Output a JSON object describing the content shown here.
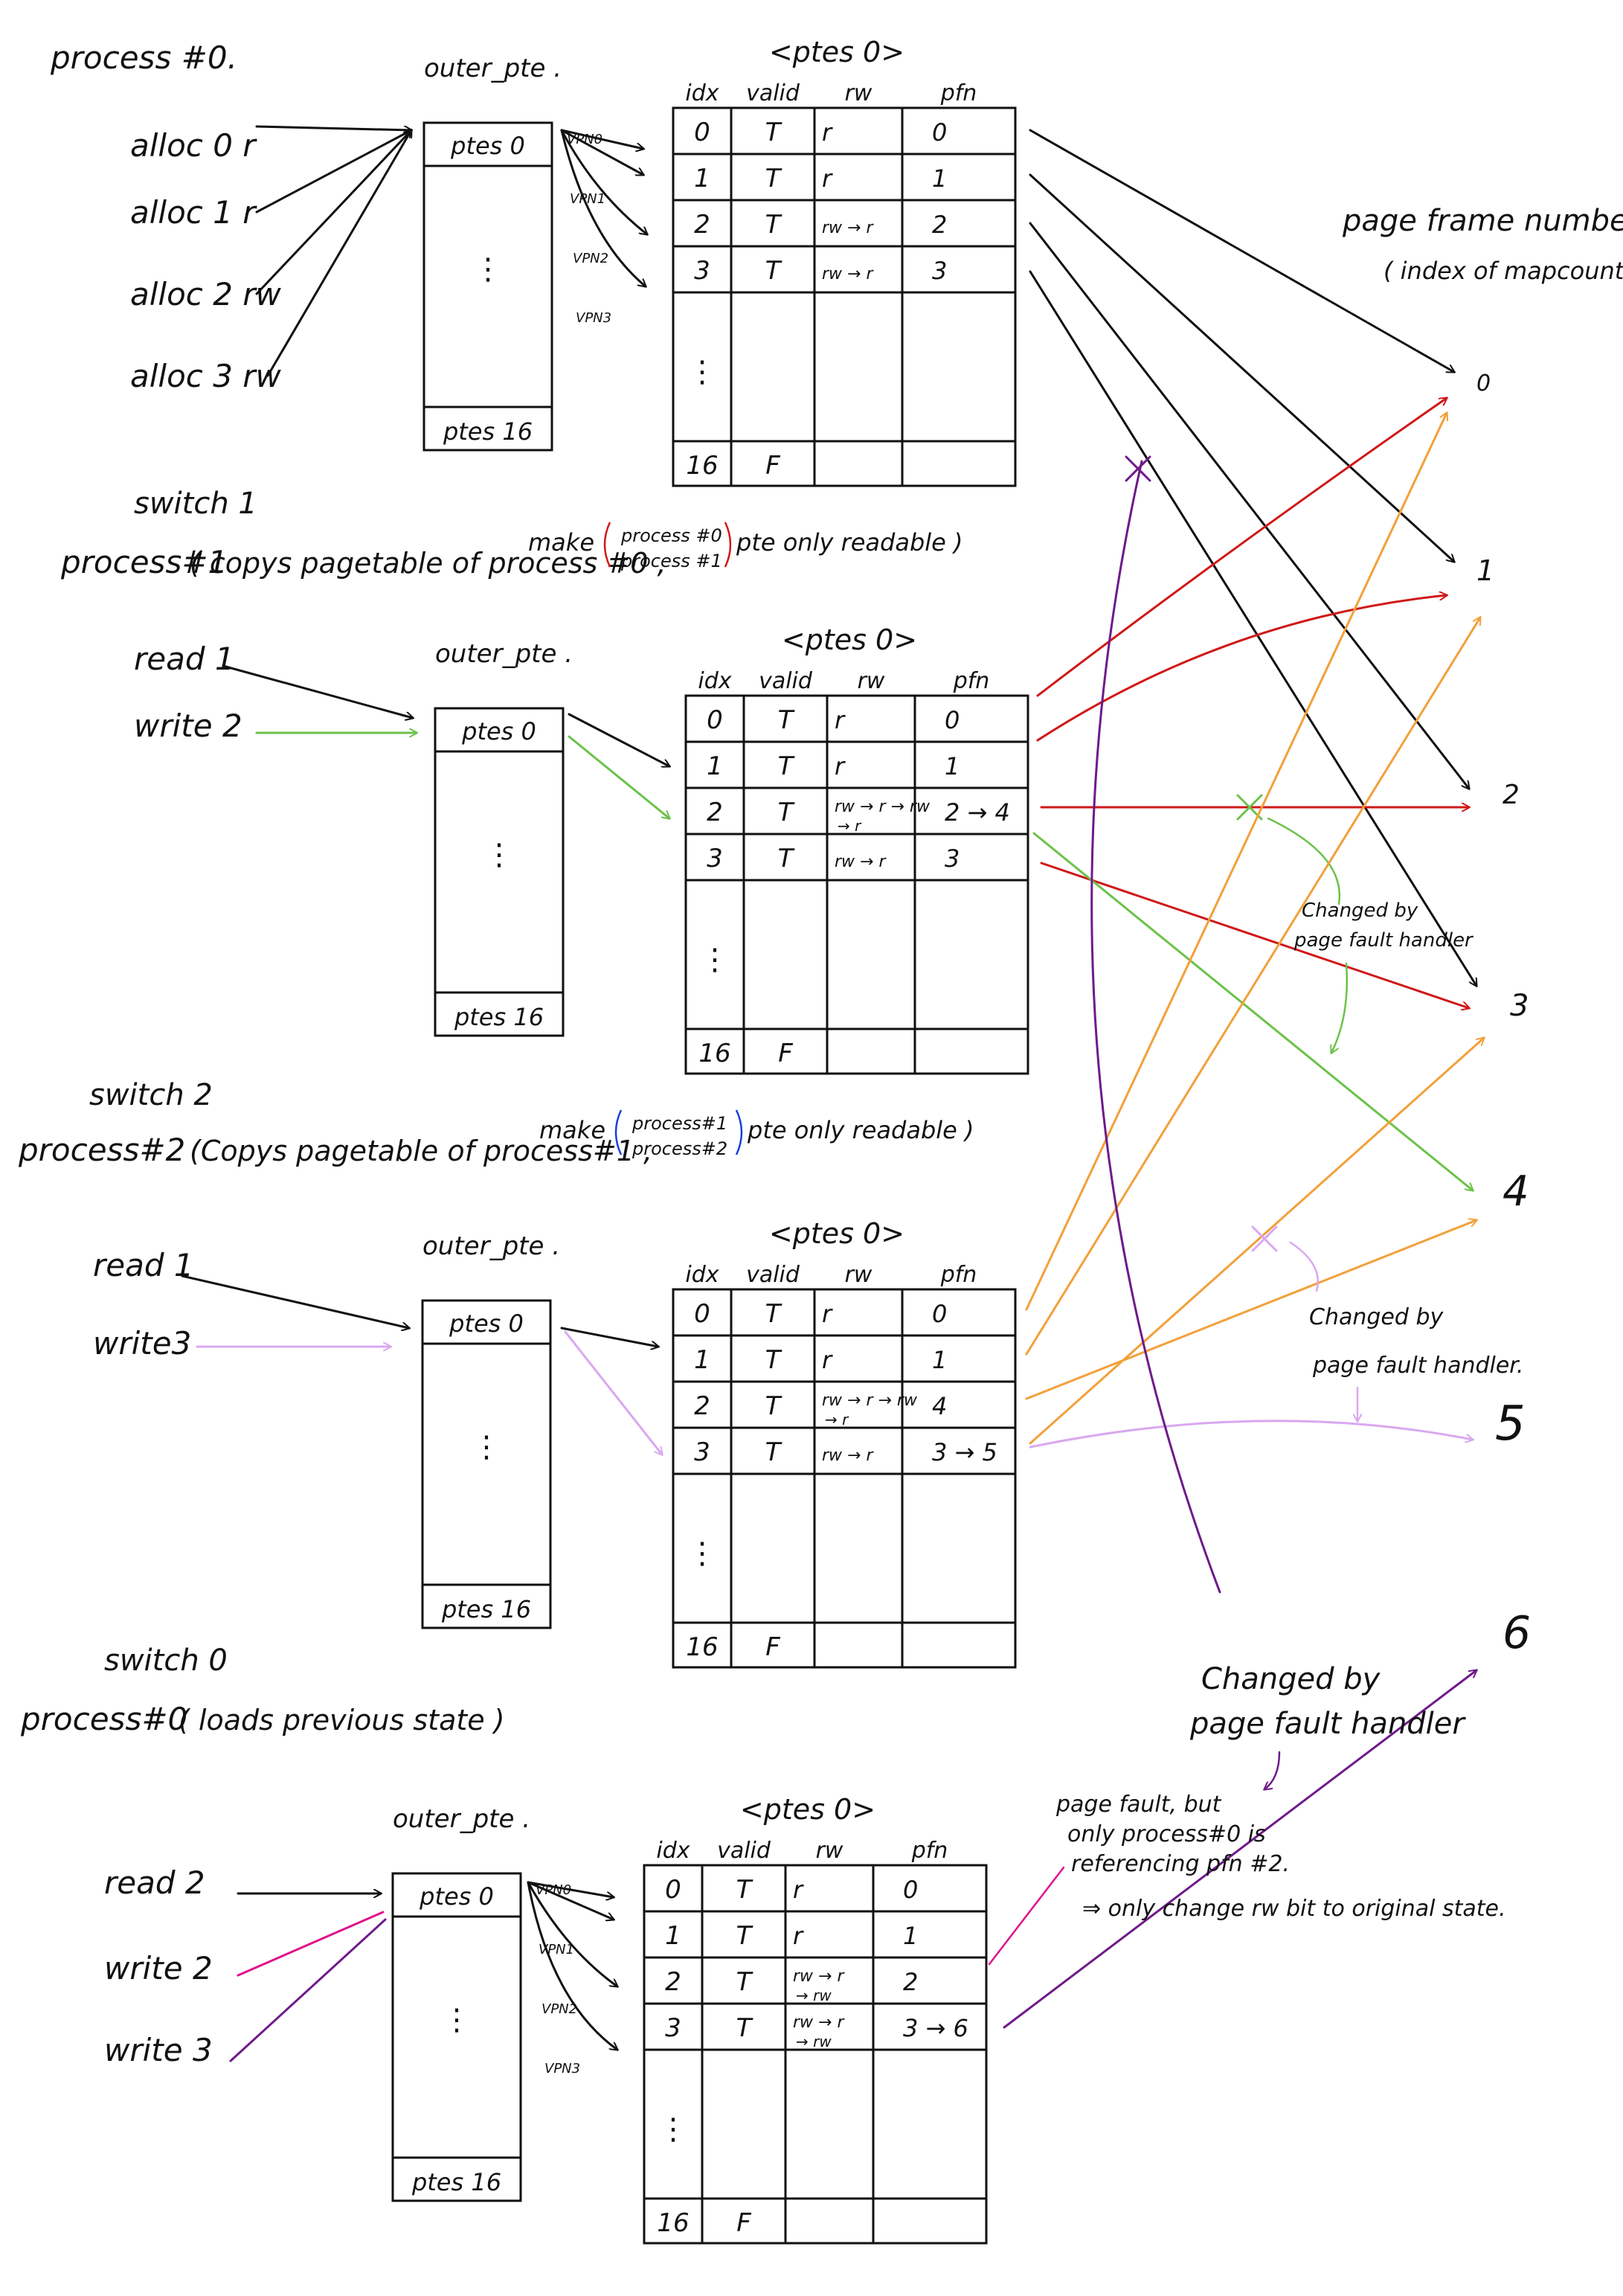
{
  "colors": {
    "ink": "#111111",
    "red": "#d01818",
    "blue": "#1b3fe0",
    "green": "#6cc24a",
    "orange": "#f2a03a",
    "lavender": "#d9a8f0",
    "purple": "#6f1a8a",
    "magenta": "#e0128c"
  },
  "headers": {
    "outer_pte": "outer_pte .",
    "ptes0_title": "<ptes 0>",
    "cols": [
      "idx",
      "valid",
      "rw",
      "pfn"
    ],
    "ptes0_cell": "ptes 0",
    "ptes16_cell": "ptes 16",
    "vpns": [
      "VPN0",
      "VPN1",
      "VPN2",
      "VPN3"
    ],
    "dots": "⋮",
    "last_idx": "16",
    "last_valid": "F"
  },
  "sections": [
    {
      "switch_label": "",
      "process_label": "process #0.",
      "desc": "",
      "note_prefix": "",
      "note_procs": [],
      "note_suffix": "",
      "ops": [
        "alloc 0 r",
        "alloc 1 r",
        "alloc 2 rw",
        "alloc 3 rw"
      ],
      "rows": [
        {
          "idx": "0",
          "valid": "T",
          "rw": "r",
          "pfn": "0"
        },
        {
          "idx": "1",
          "valid": "T",
          "rw": "r",
          "pfn": "1"
        },
        {
          "idx": "2",
          "valid": "T",
          "rw": "rw → r",
          "pfn": "2"
        },
        {
          "idx": "3",
          "valid": "T",
          "rw": "rw → r",
          "pfn": "3"
        }
      ]
    },
    {
      "switch_label": "switch 1",
      "process_label": "process#1",
      "desc": "( copys pagetable of process #0 ,",
      "note_prefix": "make",
      "note_procs": [
        "process #0",
        "process #1"
      ],
      "note_suffix": "pte only readable )",
      "ops": [
        "read 1",
        "write 2"
      ],
      "rows": [
        {
          "idx": "0",
          "valid": "T",
          "rw": "r",
          "pfn": "0"
        },
        {
          "idx": "1",
          "valid": "T",
          "rw": "r",
          "pfn": "1"
        },
        {
          "idx": "2",
          "valid": "T",
          "rw": "rw → r → rw",
          "rw2": "→ r",
          "pfn": "2 → 4"
        },
        {
          "idx": "3",
          "valid": "T",
          "rw": "rw → r",
          "pfn": "3"
        }
      ]
    },
    {
      "switch_label": "switch 2",
      "process_label": "process#2",
      "desc": "(Copys pagetable of process#1 ,",
      "note_prefix": "make",
      "note_procs": [
        "process#1",
        "process#2"
      ],
      "note_suffix": "pte only readable )",
      "ops": [
        "read 1",
        "write3"
      ],
      "rows": [
        {
          "idx": "0",
          "valid": "T",
          "rw": "r",
          "pfn": "0"
        },
        {
          "idx": "1",
          "valid": "T",
          "rw": "r",
          "pfn": "1"
        },
        {
          "idx": "2",
          "valid": "T",
          "rw": "rw → r → rw",
          "rw2": "→ r",
          "pfn": "4"
        },
        {
          "idx": "3",
          "valid": "T",
          "rw": "rw → r",
          "pfn": "3 → 5"
        }
      ]
    },
    {
      "switch_label": "switch 0",
      "process_label": "process#0",
      "desc": "( loads previous state )",
      "note_prefix": "",
      "note_procs": [],
      "note_suffix": "",
      "ops": [
        "read 2",
        "write 2",
        "write 3"
      ],
      "rows": [
        {
          "idx": "0",
          "valid": "T",
          "rw": "r",
          "pfn": "0"
        },
        {
          "idx": "1",
          "valid": "T",
          "rw": "r",
          "pfn": "1"
        },
        {
          "idx": "2",
          "valid": "T",
          "rw": "rw → r",
          "rw2": "→ rw",
          "pfn": "2"
        },
        {
          "idx": "3",
          "valid": "T",
          "rw": "rw → r",
          "rw2": "→ rw",
          "pfn": "3 → 6"
        }
      ]
    }
  ],
  "frames": {
    "title": "page frame number.",
    "subtitle": "( index of mapcount )",
    "numbers": [
      "0",
      "1",
      "2",
      "3",
      "4",
      "5",
      "6"
    ]
  },
  "annotations": {
    "changed_by_handler": "Changed by page fault handler",
    "changed_by_handler_lines": [
      "Changed by",
      "page fault handler"
    ],
    "changed_by_handler_pf_lines": [
      "Changed by",
      "page fault handler."
    ],
    "pagefault_note_lines": [
      "page fault, but",
      "only process#0 is",
      "referencing pfn #2.",
      "⇒ only change rw bit to original state."
    ]
  }
}
